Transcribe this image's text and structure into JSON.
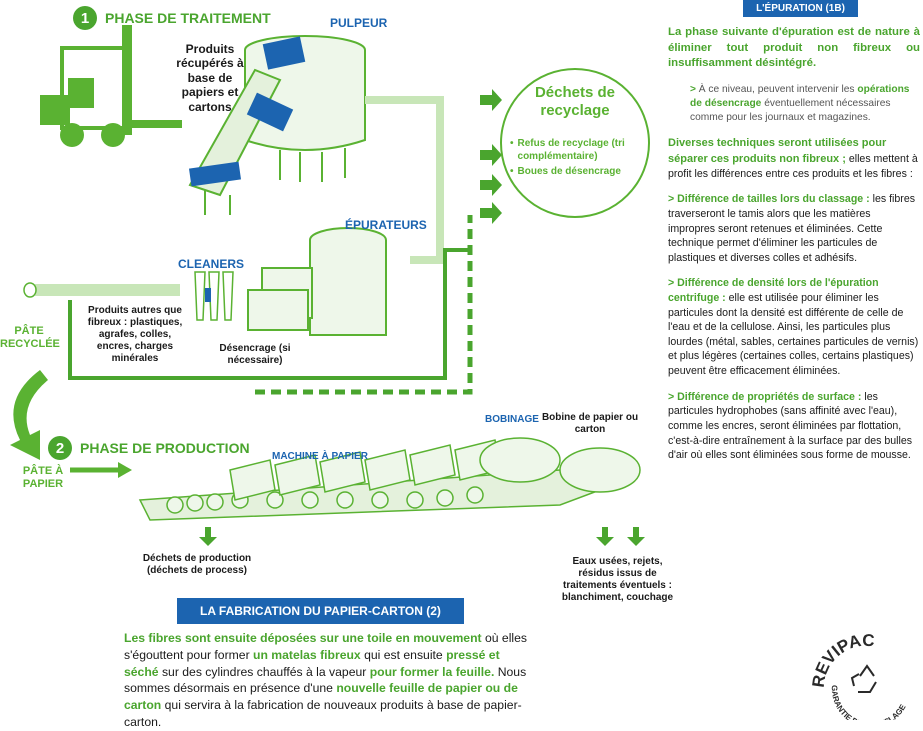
{
  "colors": {
    "green": "#5ab232",
    "dark_green": "#4aa52e",
    "blue": "#1c64b0",
    "light_green": "#d4ecc8"
  },
  "phase1": {
    "number": "1",
    "title": "PHASE DE TRAITEMENT"
  },
  "phase2": {
    "number": "2",
    "title": "PHASE DE PRODUCTION"
  },
  "labels": {
    "produits": "Produits récupérés à base de papiers et cartons",
    "pulpeur": "PULPEUR",
    "epurateurs": "ÉPURATEURS",
    "cleaners": "CLEANERS",
    "autres_produits": "Produits autres que fibreux : plastiques, agrafes, colles, encres, charges minérales",
    "desencrage": "Désencrage (si nécessaire)",
    "pate_recyclee": "PÂTE RECYCLÉE",
    "pate_papier": "PÂTE À PAPIER",
    "machine": "MACHINE À PAPIER",
    "bobinage": "BOBINAGE",
    "bobine": "Bobine de papier ou carton",
    "dechets_prod": "Déchets de production (déchets de process)",
    "eaux": "Eaux usées, rejets, résidus issus de traitements éventuels : blanchiment, couchage"
  },
  "recyclage": {
    "title": "Déchets de recyclage",
    "items": [
      "Refus de recyclage (tri complémentaire)",
      "Boues de désencrage"
    ]
  },
  "right": {
    "banner": "L'ÉPURATION (1B)",
    "intro": "La phase suivante d'épuration est de nature à éliminer tout produit non fibreux ou insuffisamment désintégré.",
    "note_pre": "À ce niveau, peuvent intervenir les",
    "note_bold": "opérations de désencrage",
    "note_post": "éventuellement nécessaires comme pour les journaux et magazines.",
    "techniques_bold": "Diverses techniques seront utilisées pour séparer ces produits non fibreux ;",
    "techniques_rest": "elles mettent à profit les différences entre ces produits et les fibres :",
    "s1_title": "> Différence de tailles lors du classage :",
    "s1_text": "les fibres traverseront le tamis alors que les matières impropres seront retenues et éliminées. Cette technique permet d'éliminer les particules de plastiques et diverses colles et adhésifs.",
    "s2_title": "> Différence de densité lors de l'épuration centrifuge :",
    "s2_text": "elle est utilisée pour éliminer les particules dont la densité est différente de celle de l'eau et de la cellulose. Ainsi, les particules plus lourdes (métal, sables, certaines particules de vernis) et plus légères (certaines colles, certains plastiques) peuvent être efficacement éliminées.",
    "s3_title": "> Différence de propriétés de surface :",
    "s3_text": "les particules hydrophobes (sans affinité avec l'eau), comme les encres, seront éliminées par flottation, c'est-à-dire entraînement à la surface par des bulles d'air où elles sont éliminées sous forme de mousse."
  },
  "bottom": {
    "banner": "LA FABRICATION DU PAPIER-CARTON (2)",
    "t1": "Les fibres sont ensuite déposées sur une toile en mouvement",
    "t2": "où elles s'égouttent pour former",
    "t3": "un matelas fibreux",
    "t4": "qui est ensuite",
    "t5": "pressé et séché",
    "t6": "sur des cylindres chauffés à la vapeur",
    "t7": "pour former la feuille.",
    "t8": "Nous sommes désormais en présence d'une",
    "t9": "nouvelle feuille de papier ou de carton",
    "t10": "qui servira à la fabrication de nouveaux produits à base de papier-carton."
  },
  "logo": {
    "brand": "REVIPAC",
    "tagline": "GARANTIE DE RECYCLAGE"
  }
}
